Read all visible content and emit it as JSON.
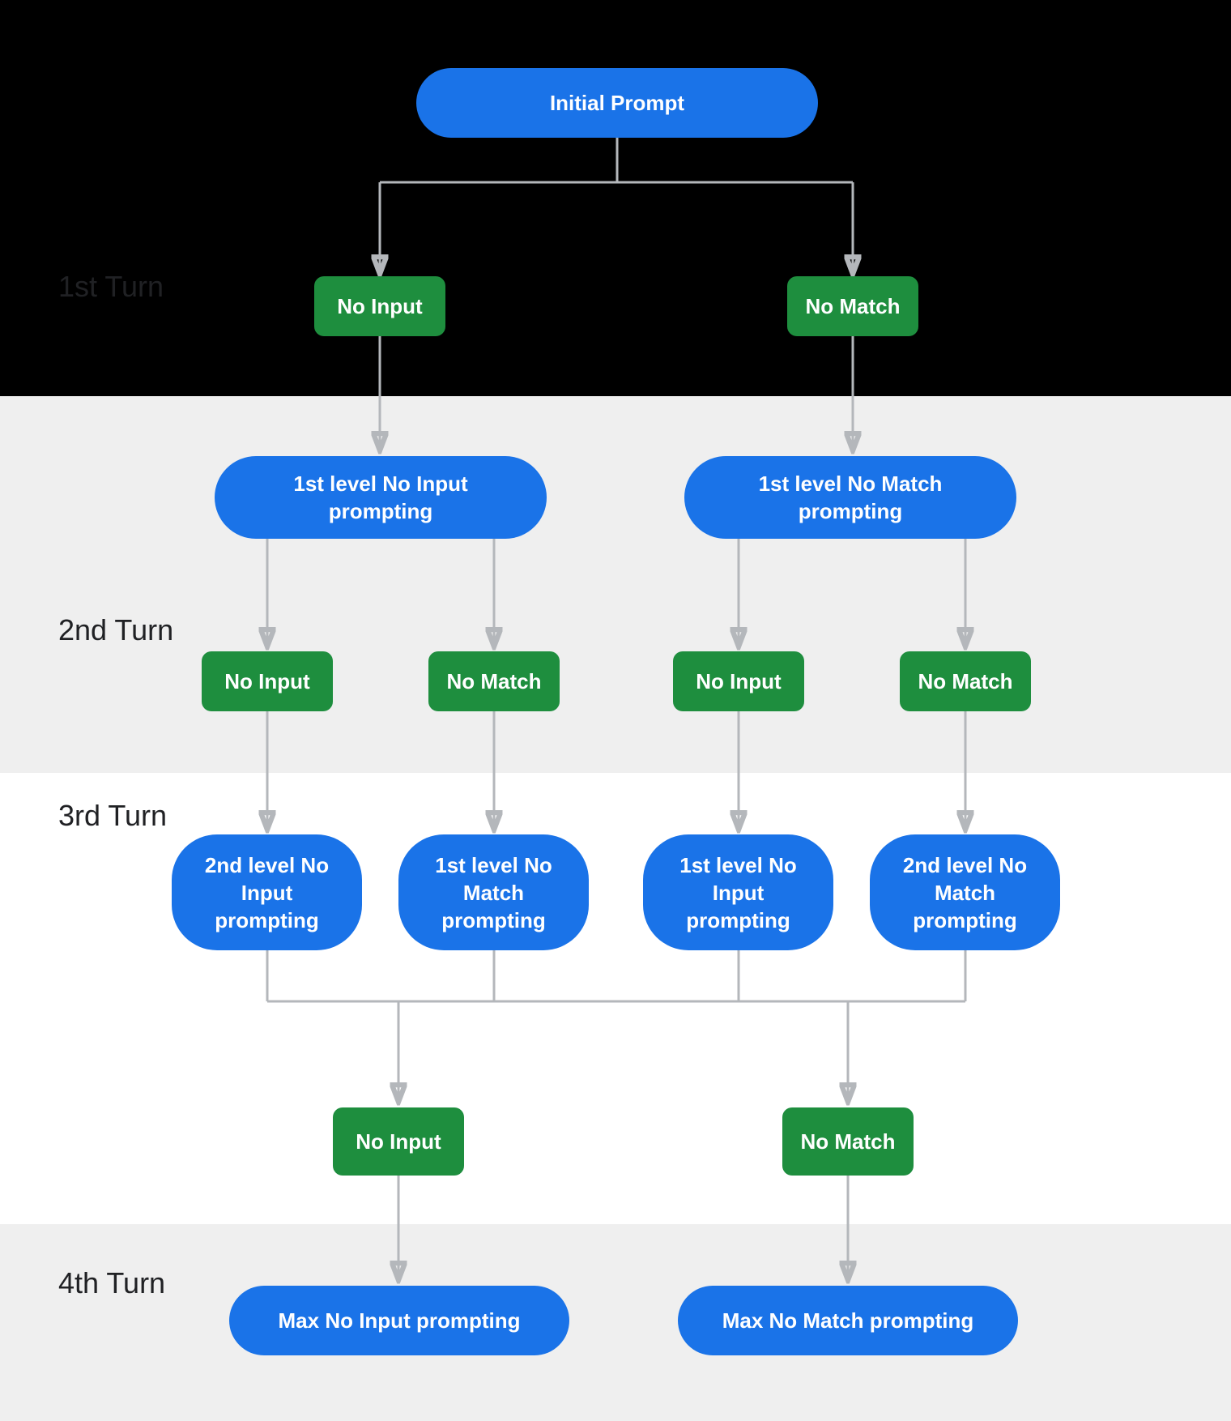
{
  "turns": {
    "first": "1st Turn",
    "second": "2nd Turn",
    "third": "3rd Turn",
    "fourth": "4th Turn"
  },
  "nodes": {
    "initial_prompt": "Initial Prompt",
    "t1_events": [
      "No Input",
      "No Match"
    ],
    "t2_prompts": [
      "1st level No Input\nprompting",
      "1st level No Match\nprompting"
    ],
    "t2_events": [
      "No Input",
      "No Match",
      "No Input",
      "No Match"
    ],
    "t3_prompts": [
      "2nd level No\nInput\nprompting",
      "1st level No\nMatch\nprompting",
      "1st level No\nInput\nprompting",
      "2nd level No\nMatch\nprompting"
    ],
    "t3_events": [
      "No Input",
      "No Match"
    ],
    "t4_prompts": [
      "Max No Input prompting",
      "Max No Match prompting"
    ]
  },
  "colors": {
    "prompt_blue": "#1a73e8",
    "event_green": "#1e8e3e",
    "connector_gray": "#b4b7bb",
    "turn_label_text": "#202124",
    "band_dark": "#000000",
    "band_light_gray": "#efefef",
    "band_white": "#ffffff"
  }
}
